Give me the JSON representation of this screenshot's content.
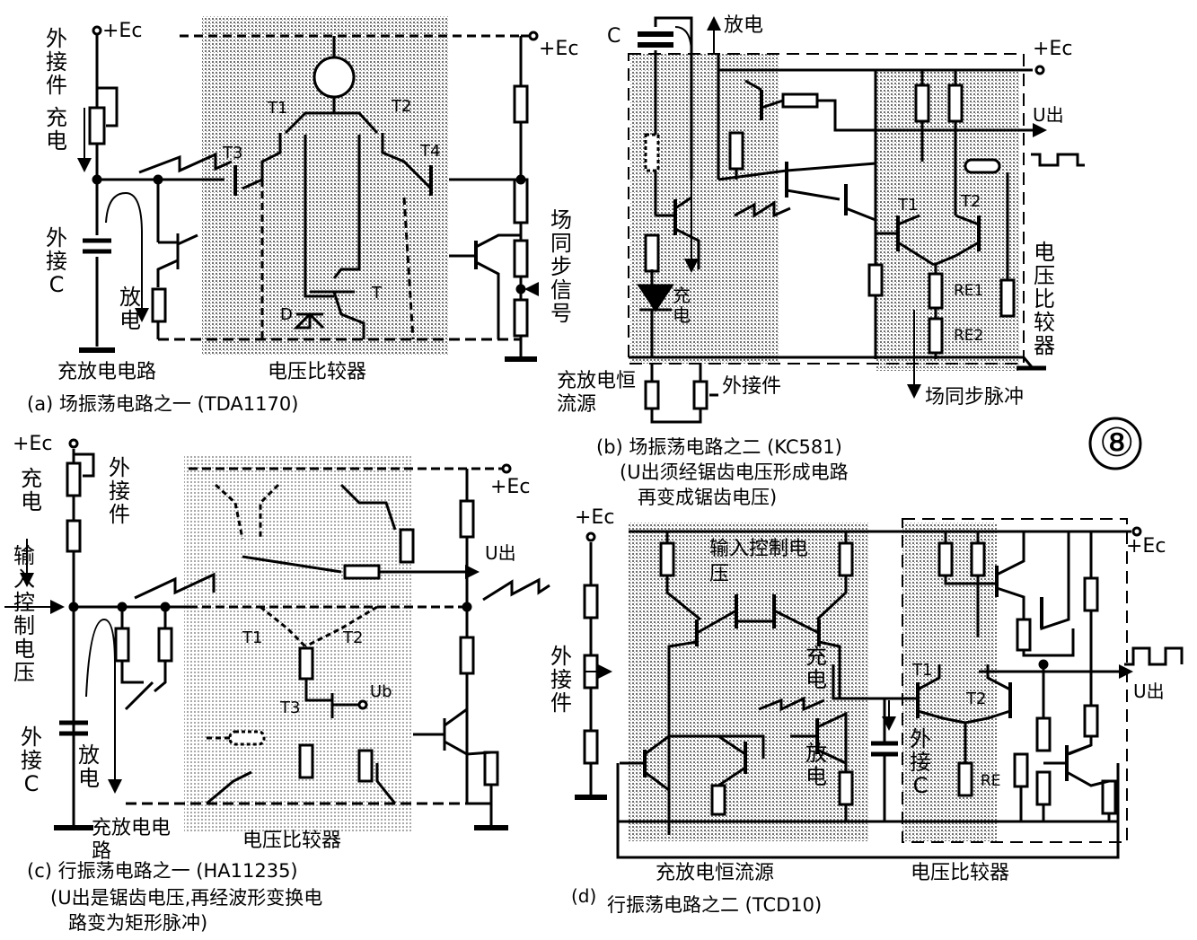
{
  "figure_number": "⑧",
  "panel_a": {
    "caption": "(a) 场振荡电路之一 (TDA1170)",
    "ec_left": "+Ec",
    "ec_right": "+Ec",
    "external_part": "外接件",
    "charge": "充电",
    "external_c": "外接C",
    "discharge": "放电",
    "sync_signal": "场同步信号",
    "charge_discharge_circuit": "充放电电路",
    "comparator": "电压比较器",
    "t1": "T1",
    "t2": "T2",
    "t3": "T3",
    "t4": "T4",
    "t": "T",
    "d": "D"
  },
  "panel_b": {
    "caption": "(b) 场振荡电路之二 (KC581)",
    "caption_note_1": "(U出须经锯齿电压形成电路",
    "caption_note_2": "再变成锯齿电压)",
    "c": "C",
    "discharge": "放电",
    "ec": "+Ec",
    "uout": "U出",
    "charge": "充电",
    "t1": "T1",
    "t2": "T2",
    "re1": "RE1",
    "re2": "RE2",
    "comparator": "电压比较器",
    "constant_current_source": "充放电恒流源",
    "external_part": "外接件",
    "sync_pulse": "场同步脉冲"
  },
  "panel_c": {
    "caption": "(c) 行振荡电路之一 (HA11235)",
    "caption_note_1": "(U出是锯齿电压,再经波形变换电",
    "caption_note_2": "路变为矩形脉冲)",
    "ec_left": "+Ec",
    "ec_right": "+Ec",
    "external_part": "外接件",
    "charge": "充电",
    "input_control_voltage": "输入控制电压",
    "external_c": "外接C",
    "discharge": "放电",
    "uout": "U出",
    "t1": "T1",
    "t2": "T2",
    "t3": "T3",
    "ub": "Ub",
    "charge_discharge_circuit": "充放电电路",
    "comparator": "电压比较器"
  },
  "panel_d": {
    "caption_prefix": "(d)",
    "caption": "行振荡电路之二 (TCD10)",
    "ec_left": "+Ec",
    "ec_right": "+Ec",
    "input_control_voltage": "输入控制电压",
    "charge": "充电",
    "discharge": "放电",
    "external_part": "外接件",
    "external_c": "外接C",
    "uout": "U出",
    "t1": "T1",
    "t2": "T2",
    "re": "RE",
    "constant_current_source": "充放电恒流源",
    "comparator": "电压比较器"
  }
}
